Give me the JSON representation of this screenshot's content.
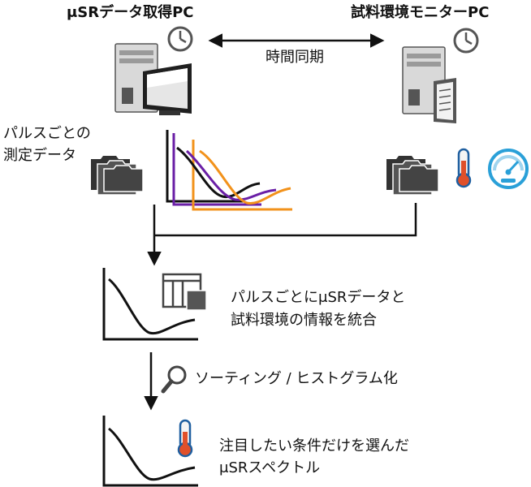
{
  "labels": {
    "daq_pc": "μSRデータ取得PC",
    "env_pc": "試料環境モニターPC",
    "sync": "時間同期",
    "per_pulse_line1": "パルスごとの",
    "per_pulse_line2": "測定データ",
    "integrate_line1": "パルスごとにμSRデータと",
    "integrate_line2": "試料環境の情報を統合",
    "sort": "ソーティング / ヒストグラム化",
    "result_line1": "注目したい条件だけを選んだ",
    "result_line2": "μSRスペクトル"
  },
  "icons": {
    "clock_left": "clock-icon",
    "clock_right": "clock-icon",
    "daq_computer": "desktop-computer-icon",
    "env_server": "server-document-icon",
    "folders_left": "folder-stack-icon",
    "folders_right": "folder-stack-icon",
    "thermometer": "thermometer-icon",
    "gauge": "gauge-icon",
    "table_window": "table-window-icon",
    "magnifier": "magnifier-icon",
    "thermometer_result": "thermometer-icon"
  },
  "colors": {
    "black": "#111111",
    "purple": "#6a1fa6",
    "orange": "#f2921b",
    "thermo_red": "#e0502a",
    "gauge_blue": "#2aa0d8"
  }
}
